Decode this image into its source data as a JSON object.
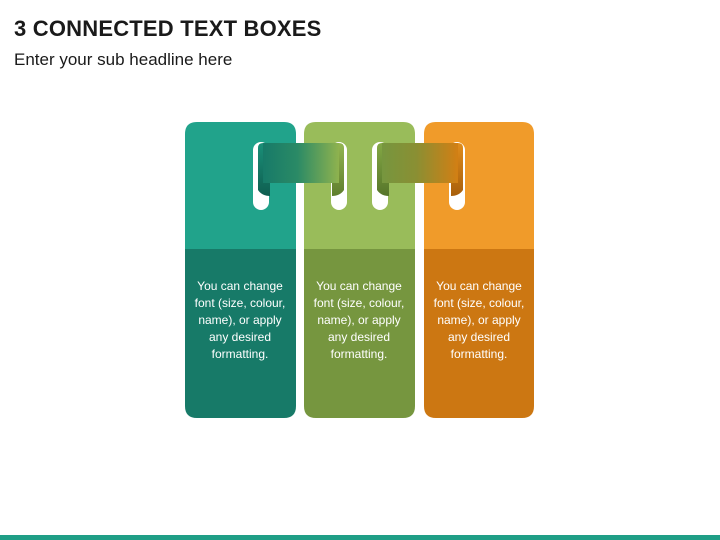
{
  "slide": {
    "title": "3 CONNECTED TEXT BOXES",
    "subtitle": "Enter your sub headline here"
  },
  "colors": {
    "box1_top": "#21a38b",
    "box1_bottom": "#177a68",
    "box2_top": "#99bc5a",
    "box2_bottom": "#76963f",
    "box3_top": "#f09b2a",
    "box3_bottom": "#cc7712",
    "accent_bar": "#1f9e86"
  },
  "boxes": [
    {
      "text": "You can change font (size, colour, name), or apply any desired formatting."
    },
    {
      "text": "You can change font (size, colour, name), or apply any desired formatting."
    },
    {
      "text": "You can change font (size, colour, name), or apply any desired formatting."
    }
  ]
}
